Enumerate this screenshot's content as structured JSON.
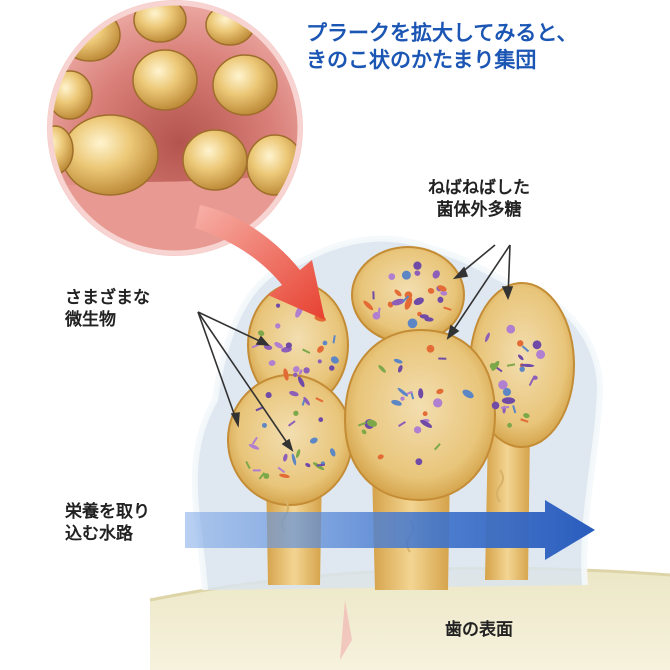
{
  "title": "プラークを拡大してみると、\nきのこ状のかたまり集団",
  "labels": {
    "eps": "ねばねばした\n菌体外多糖",
    "microbes": "さまざまな\n微生物",
    "channel": "栄養を取り\n込む水路",
    "tooth_surface": "歯の表面"
  },
  "colors": {
    "title": "#1c56b4",
    "text": "#222222",
    "arrow_red": "#e8453a",
    "arrow_blue": "#2f63c2",
    "gum_pink": "#e79a98",
    "plaque_yellow": "#e8c262",
    "slime_blue": "#d7e2ec",
    "tooth_cream": "#efe9c8"
  }
}
